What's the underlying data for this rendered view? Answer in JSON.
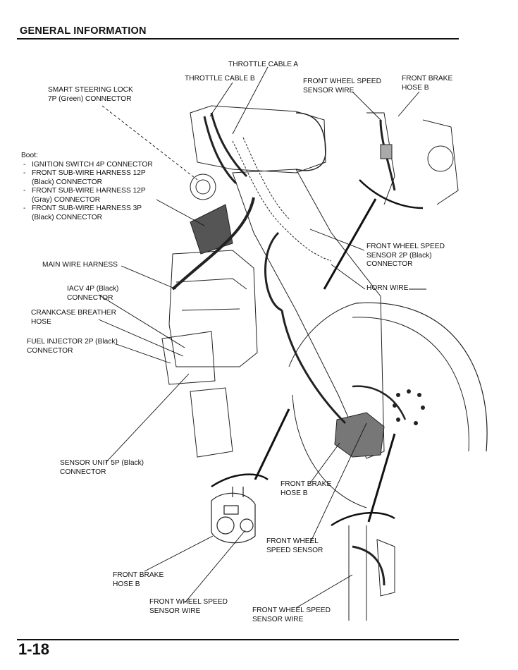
{
  "header": {
    "title": "GENERAL INFORMATION"
  },
  "page": {
    "number": "1-18"
  },
  "labels": {
    "throttle_cable_a": "THROTTLE CABLE A",
    "throttle_cable_b": "THROTTLE CABLE B",
    "front_wheel_speed_sensor_wire_top": "FRONT WHEEL SPEED\nSENSOR WIRE",
    "front_brake_hose_b_top": "FRONT BRAKE\nHOSE B",
    "smart_steering_lock": "SMART STEERING LOCK\n7P (Green) CONNECTOR",
    "front_wheel_speed_sensor_2p": "FRONT WHEEL SPEED\nSENSOR 2P (Black)\nCONNECTOR",
    "main_wire_harness": "MAIN WIRE HARNESS",
    "horn_wire": "HORN WIRE",
    "iacv_4p": "IACV 4P (Black)\nCONNECTOR",
    "crankcase_breather_hose": "CRANKCASE BREATHER\nHOSE",
    "fuel_injector_2p": "FUEL INJECTOR 2P (Black)\nCONNECTOR",
    "sensor_unit_5p": "SENSOR UNIT 5P (Black)\nCONNECTOR",
    "front_brake_hose_b_mid": "FRONT BRAKE\nHOSE B",
    "front_wheel_speed_sensor": "FRONT WHEEL\nSPEED SENSOR",
    "front_brake_hose_b_bottom": "FRONT BRAKE\nHOSE B",
    "front_wheel_speed_sensor_wire_bottom_left": "FRONT WHEEL SPEED\nSENSOR WIRE",
    "front_wheel_speed_sensor_wire_bottom_right": "FRONT WHEEL SPEED\nSENSOR WIRE"
  },
  "boot": {
    "title": "Boot:",
    "items": [
      "IGNITION SWITCH 4P CONNECTOR",
      "FRONT SUB-WIRE HARNESS 12P\n(Black) CONNECTOR",
      "FRONT SUB-WIRE HARNESS 12P\n(Gray) CONNECTOR",
      "FRONT SUB-WIRE HARNESS 3P\n(Black) CONNECTOR"
    ]
  }
}
